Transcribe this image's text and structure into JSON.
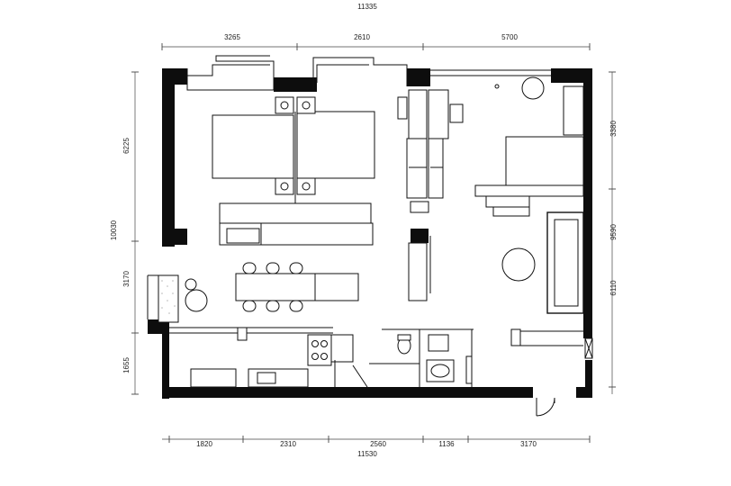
{
  "dimensions": {
    "top_total": "11335",
    "top": [
      "3265",
      "2610",
      "5700"
    ],
    "bottom": [
      "1820",
      "2310",
      "2560",
      "1136",
      "3170"
    ],
    "bottom_total": "11530",
    "left": [
      "6225",
      "10030",
      "3170",
      "1655"
    ],
    "right": [
      "3380",
      "9590",
      "6110"
    ]
  },
  "colors": {
    "wall": "#0d0d0d",
    "line": "#111111",
    "background": "#ffffff"
  }
}
